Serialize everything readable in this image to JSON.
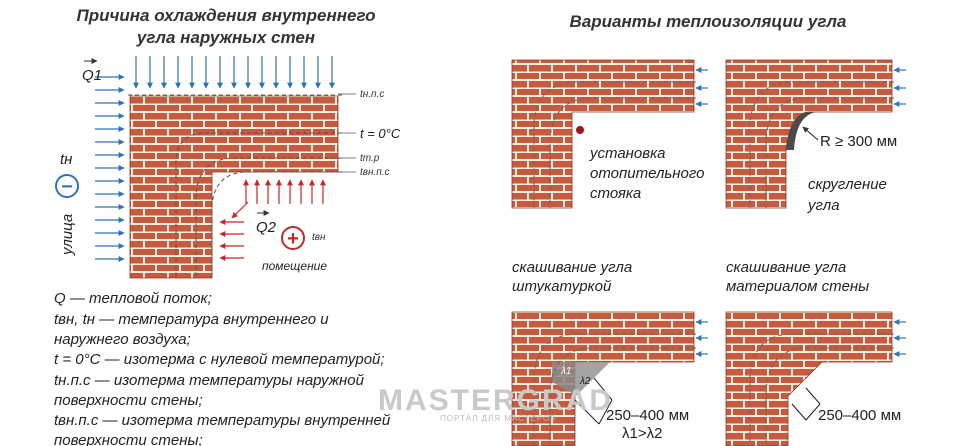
{
  "left_panel": {
    "title_line1": "Причина охлаждения внутреннего",
    "title_line2": "угла наружных стен",
    "q1_label": "Q1",
    "q2_label": "Q2",
    "t_outer_label": "tн",
    "t_inner_label": "tвн",
    "street_label": "улица",
    "room_label": "помещение",
    "isotherm_labels": [
      "tн.п.с",
      "t = 0°C",
      "tт.р",
      "tвн.п.с"
    ],
    "minus_sign": "−",
    "plus_sign": "+"
  },
  "legend": [
    "Q — тепловой поток;",
    "tвн, tн — температура внутреннего и",
    "наружнего воздуха;",
    "t = 0°C — изотерма с нулевой температурой;",
    "tн.п.с — изотерма температуры наружной",
    "поверхности стены;",
    "tвн.п.с — изотерма температуры внутренней",
    "поверхности стены;"
  ],
  "right_panel": {
    "title": "Варианты теплоизоляции угла",
    "variant1_lines": [
      "установка",
      "отопительного",
      "стояка"
    ],
    "variant2_radius": "R ≥ 300 мм",
    "variant2_lines": [
      "скругление",
      "угла"
    ],
    "variant3_caption": [
      "скашивание угла",
      "штукатуркой"
    ],
    "variant3_size": "250–400 мм",
    "variant3_lambda_rel": "λ1>λ2",
    "variant3_l1": "λ1",
    "variant3_l2": "λ2",
    "variant4_caption": [
      "скашивание угла",
      "материалом стены"
    ],
    "variant4_size": "250–400 мм"
  },
  "watermark": {
    "text": "MASTERGRAD",
    "subtext": "ПОРТАЛ ДЛЯ МАСТЕРОВ"
  },
  "colors": {
    "brick": "#c65a3c",
    "mortar": "#f3ece4",
    "cold_arrow": "#2e74b5",
    "warm_arrow": "#c62828",
    "isotherm": "#555555",
    "plaster": "#7a7a7a"
  }
}
